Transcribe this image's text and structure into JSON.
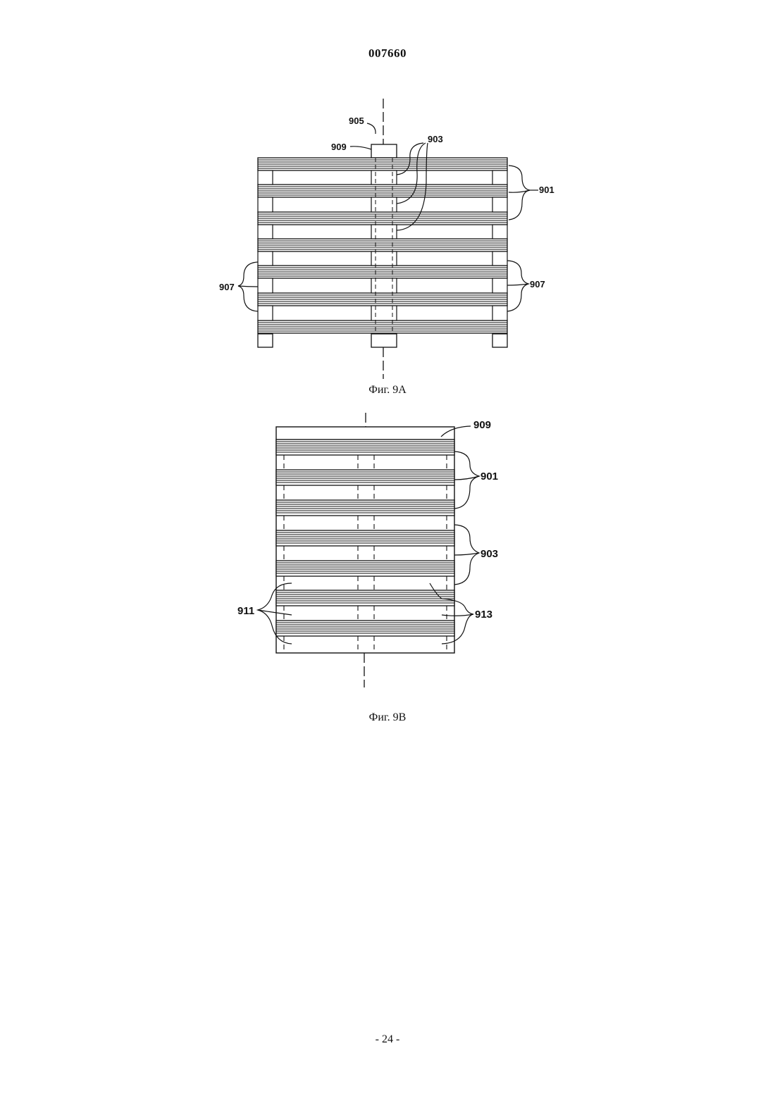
{
  "document": {
    "header_number": "007660",
    "page_number": "- 24 -"
  },
  "figures": [
    {
      "caption": "Фиг. 9А",
      "labels": {
        "l905": "905",
        "l909": "909",
        "l903": "903",
        "l901": "901",
        "l907_left": "907",
        "l907_right": "907"
      }
    },
    {
      "caption": "Фиг. 9В",
      "labels": {
        "l909": "909",
        "l901": "901",
        "l903": "903",
        "l911": "911",
        "l913": "913"
      }
    }
  ]
}
